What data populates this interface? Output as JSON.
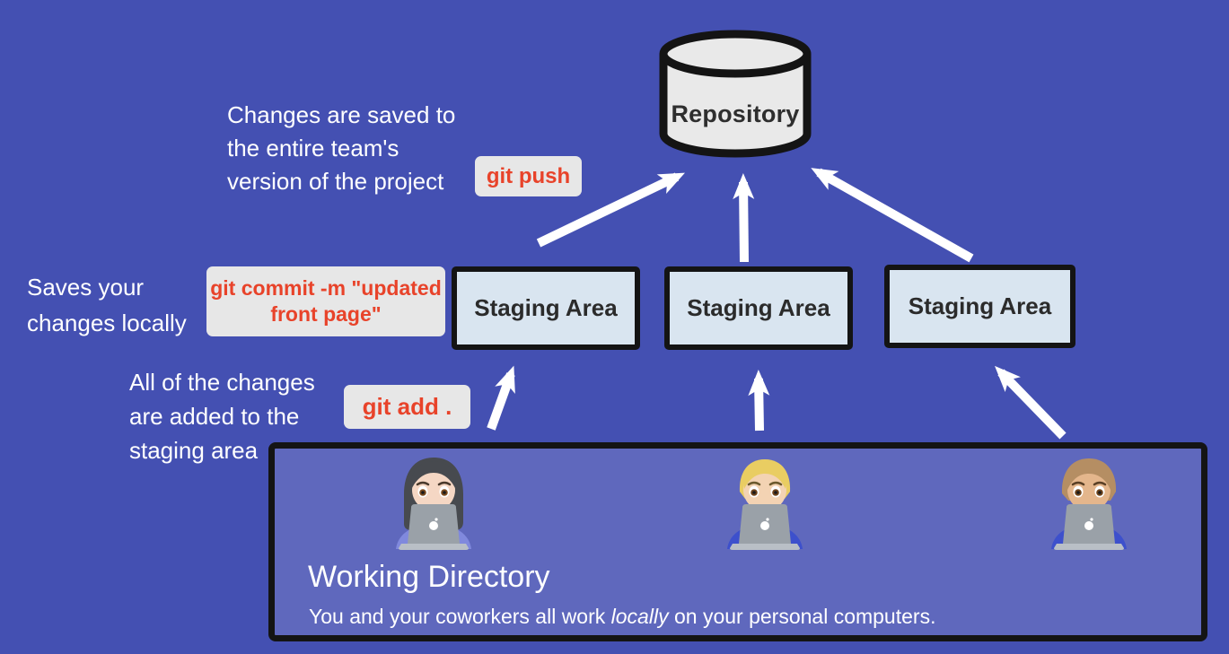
{
  "diagram_title": "git-workflow-diagram",
  "repository": {
    "label": "Repository"
  },
  "staging_areas": [
    {
      "label": "Staging Area"
    },
    {
      "label": "Staging Area"
    },
    {
      "label": "Staging Area"
    }
  ],
  "working_directory": {
    "title": "Working Directory",
    "subtitle_pre": "You and your coworkers all work ",
    "subtitle_italic": "locally",
    "subtitle_post": " on your personal computers.",
    "people": [
      "woman-technologist-at-laptop",
      "blond-man-technologist-at-laptop",
      "person-technologist-at-laptop"
    ]
  },
  "commands": {
    "push": "git push",
    "commit_line1": "git commit -m \"updated",
    "commit_line2": "front page\"",
    "add": "git add ."
  },
  "notes": {
    "push_note": [
      "Changes are saved to",
      "the entire team's",
      "version of the project"
    ],
    "commit_note": [
      "Saves your",
      "changes locally"
    ],
    "add_note": [
      "All of the changes",
      "are added to the",
      "staging area"
    ]
  },
  "colors": {
    "background": "#4450b2",
    "working_directory_fill": "#5f68bd",
    "staging_fill": "#d9e5f0",
    "repository_fill": "#e9e9e9",
    "badge_fill": "#e7e7e7",
    "command_text": "#e8432a",
    "outline": "#141414",
    "arrow": "#ffffff",
    "text": "#ffffff"
  }
}
